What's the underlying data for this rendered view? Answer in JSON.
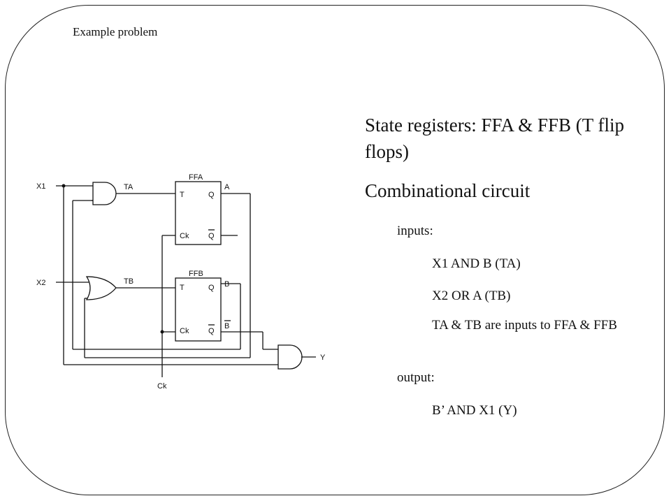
{
  "slide": {
    "caption": "Example problem",
    "bullets": {
      "state_registers": "State registers: FFA & FFB (T flip flops)",
      "combinational": "Combinational circuit",
      "inputs_label": "inputs:",
      "input_1": "X1 AND B (TA)",
      "input_2": "X2 OR A (TB)",
      "input_3": "TA & TB are inputs to FFA & FFB",
      "output_label": "output:",
      "output_1": "B’ AND X1 (Y)"
    }
  },
  "circuit": {
    "input_x1": "X1",
    "input_x2": "X2",
    "clock": "Ck",
    "output_y": "Y",
    "wire_ta": "TA",
    "wire_tb": "TB",
    "ffa": {
      "title": "FFA",
      "t": "T",
      "q": "Q",
      "ck": "Ck",
      "qbar": "Q",
      "out": "A"
    },
    "ffb": {
      "title": "FFB",
      "t": "T",
      "q": "Q",
      "ck": "Ck",
      "qbar": "Q",
      "out": "B",
      "out_bar": "B"
    }
  }
}
